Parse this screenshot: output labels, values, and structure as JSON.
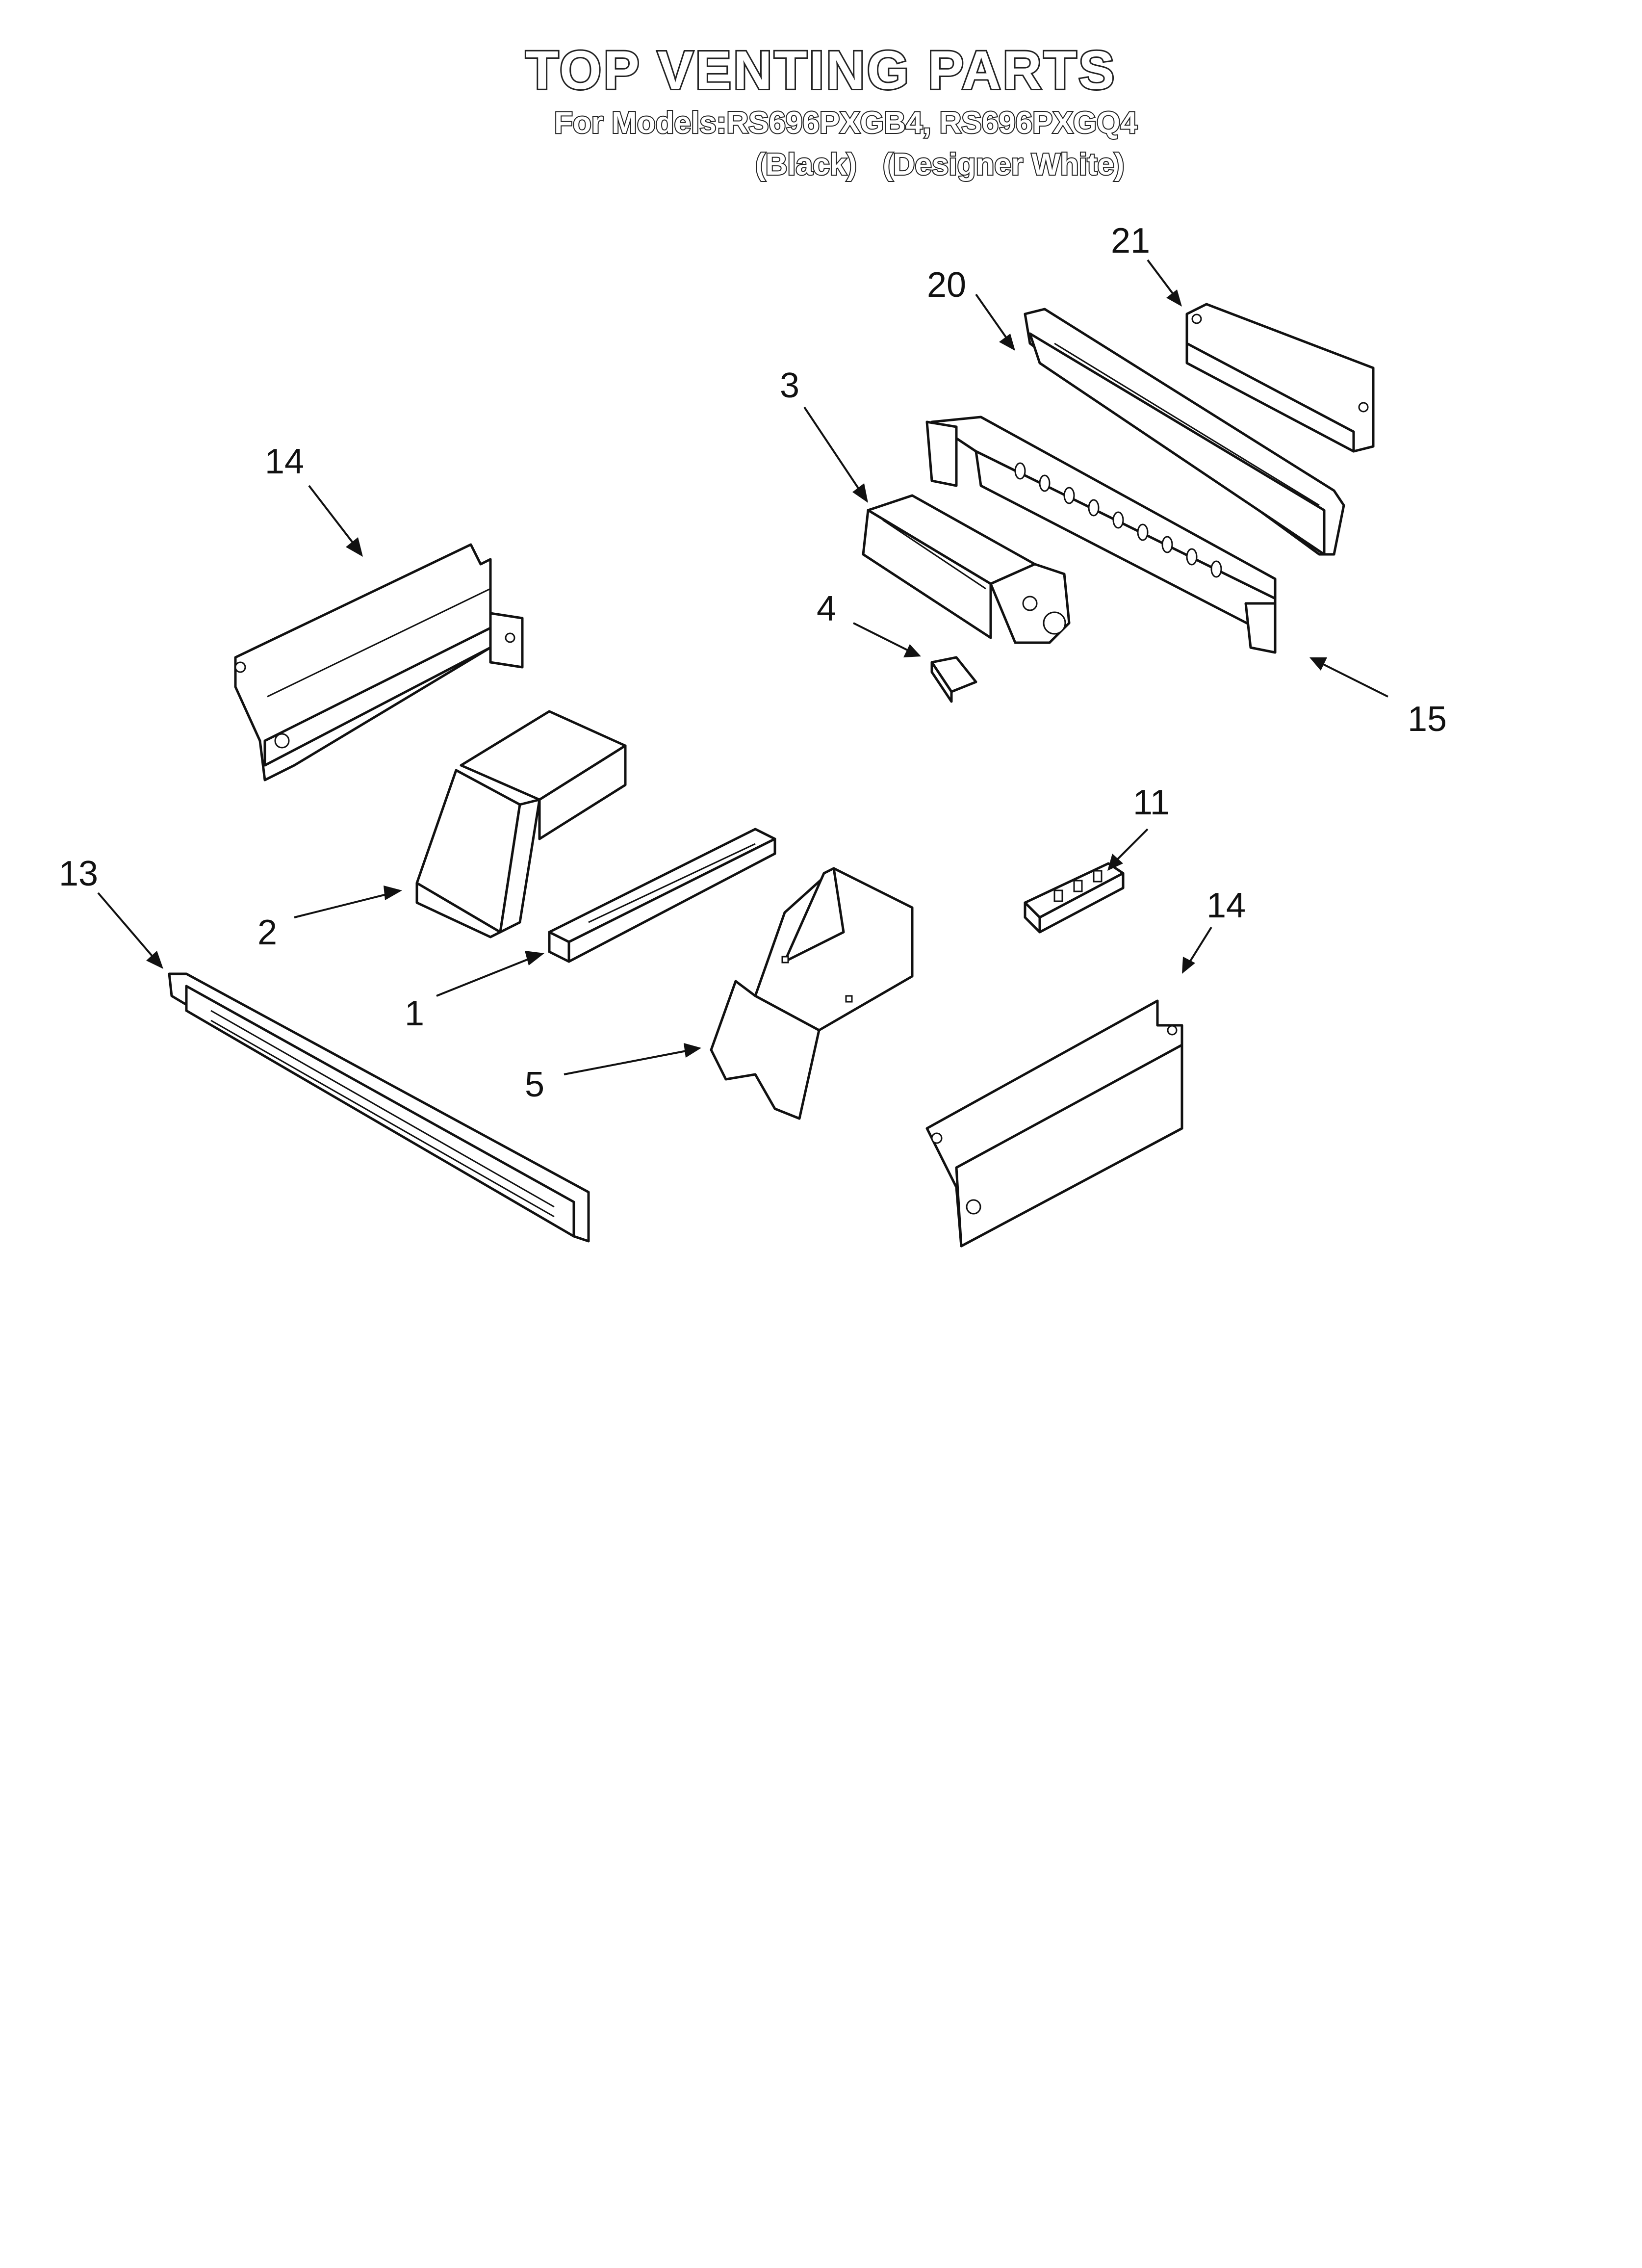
{
  "document": {
    "title": "TOP VENTING PARTS",
    "models_line": "For Models:RS696PXGB4, RS696PXGQ4",
    "variants": [
      "(Black)",
      "(Designer White)"
    ]
  },
  "callouts": [
    {
      "id": "c1",
      "label": "1"
    },
    {
      "id": "c2",
      "label": "2"
    },
    {
      "id": "c3",
      "label": "3"
    },
    {
      "id": "c4",
      "label": "4"
    },
    {
      "id": "c5",
      "label": "5"
    },
    {
      "id": "c11",
      "label": "11"
    },
    {
      "id": "c13",
      "label": "13"
    },
    {
      "id": "c14a",
      "label": "14"
    },
    {
      "id": "c14b",
      "label": "14"
    },
    {
      "id": "c15",
      "label": "15"
    },
    {
      "id": "c20",
      "label": "20"
    },
    {
      "id": "c21",
      "label": "21"
    }
  ],
  "colors": {
    "line": "#111111",
    "background": "#ffffff"
  }
}
